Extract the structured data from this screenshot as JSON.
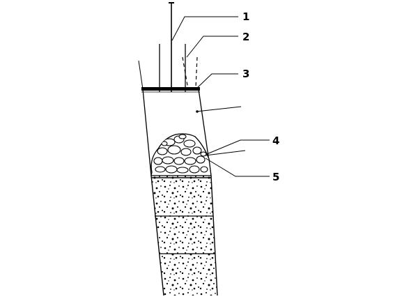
{
  "diagram": {
    "callouts": [
      {
        "number": "1"
      },
      {
        "number": "2"
      },
      {
        "number": "3"
      },
      {
        "number": "4"
      },
      {
        "number": "5"
      }
    ],
    "colors": {
      "stroke": "#000000",
      "background": "#ffffff",
      "stone_fill": "#ffffff"
    }
  }
}
